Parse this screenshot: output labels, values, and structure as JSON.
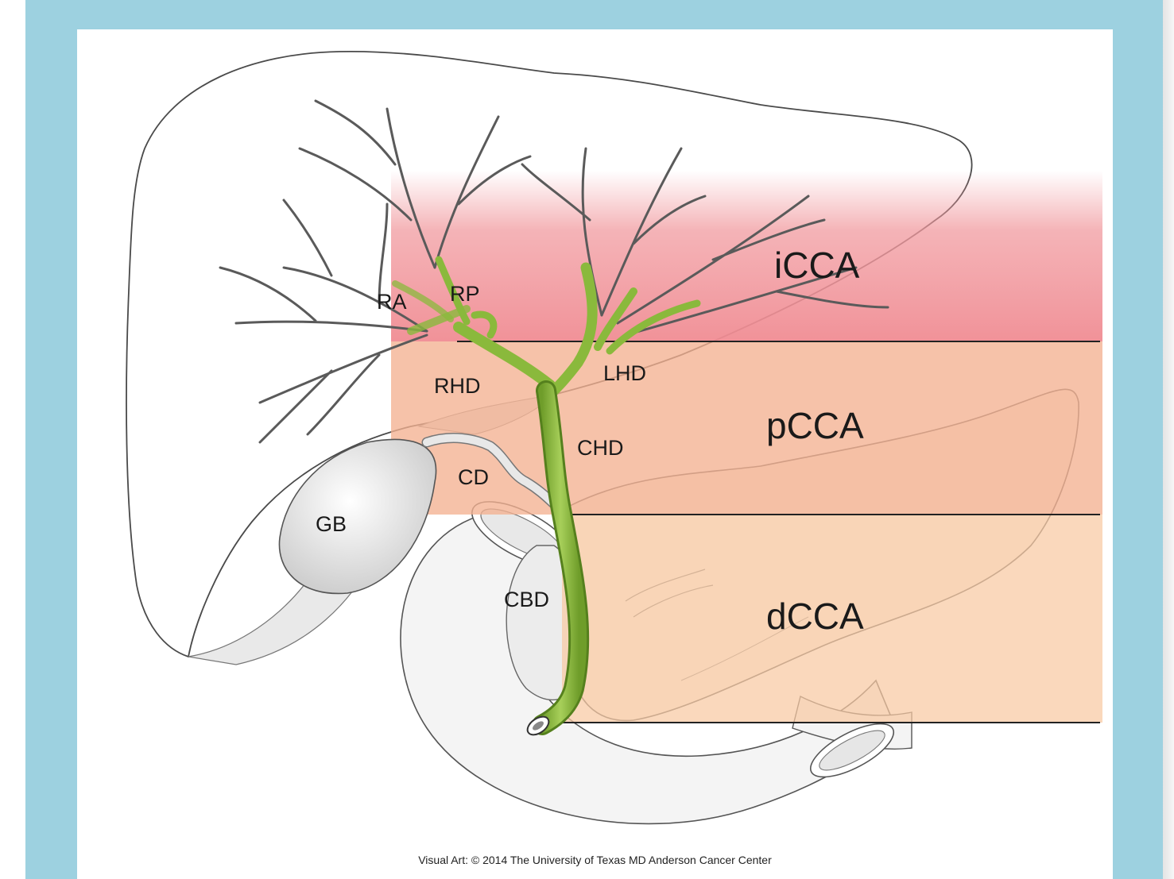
{
  "zones": {
    "intrahepatic": "iCCA",
    "perihilar": "pCCA",
    "distal": "dCCA"
  },
  "duct_labels": {
    "right_anterior": "RA",
    "right_posterior": "RP",
    "right_hepatic_duct": "RHD",
    "left_hepatic_duct": "LHD",
    "common_hepatic_duct": "CHD",
    "cystic_duct": "CD",
    "gallbladder": "GB",
    "common_bile_duct": "CBD"
  },
  "credit": "Visual Art: © 2014 The University of Texas MD Anderson Cancer Center",
  "colors": {
    "frame": "#9dd1e0",
    "icca_band": "#f19a9f",
    "pcca_band": "#f4b191",
    "dcca_band": "#f8c9a2",
    "bile_duct": "#8ab93c"
  }
}
